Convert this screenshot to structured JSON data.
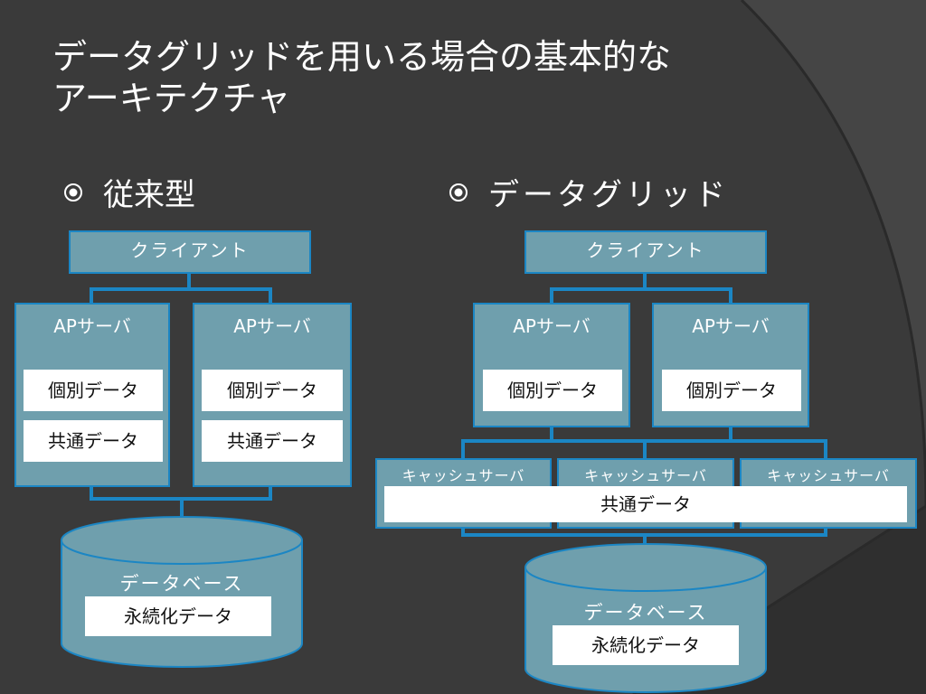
{
  "title": {
    "line1": "データグリッドを用いる場合の基本的な",
    "line2": "アーキテクチャ"
  },
  "left": {
    "heading": "従来型",
    "client": "クライアント",
    "servers": [
      {
        "label": "APサーバ",
        "individual": "個別データ",
        "common": "共通データ"
      },
      {
        "label": "APサーバ",
        "individual": "個別データ",
        "common": "共通データ"
      }
    ],
    "database": {
      "label": "データベース",
      "persistent": "永続化データ"
    }
  },
  "right": {
    "heading": "データグリッド",
    "client": "クライアント",
    "servers": [
      {
        "label": "APサーバ",
        "individual": "個別データ"
      },
      {
        "label": "APサーバ",
        "individual": "個別データ"
      }
    ],
    "cache_servers": [
      "キャッシュサーバ",
      "キャッシュサーバ",
      "キャッシュサーバ"
    ],
    "common": "共通データ",
    "database": {
      "label": "データベース",
      "persistent": "永続化データ"
    }
  },
  "colors": {
    "background": "#3a3a3a",
    "box_fill": "#6f9fad",
    "connector": "#1b86c4",
    "text": "#ffffff"
  }
}
